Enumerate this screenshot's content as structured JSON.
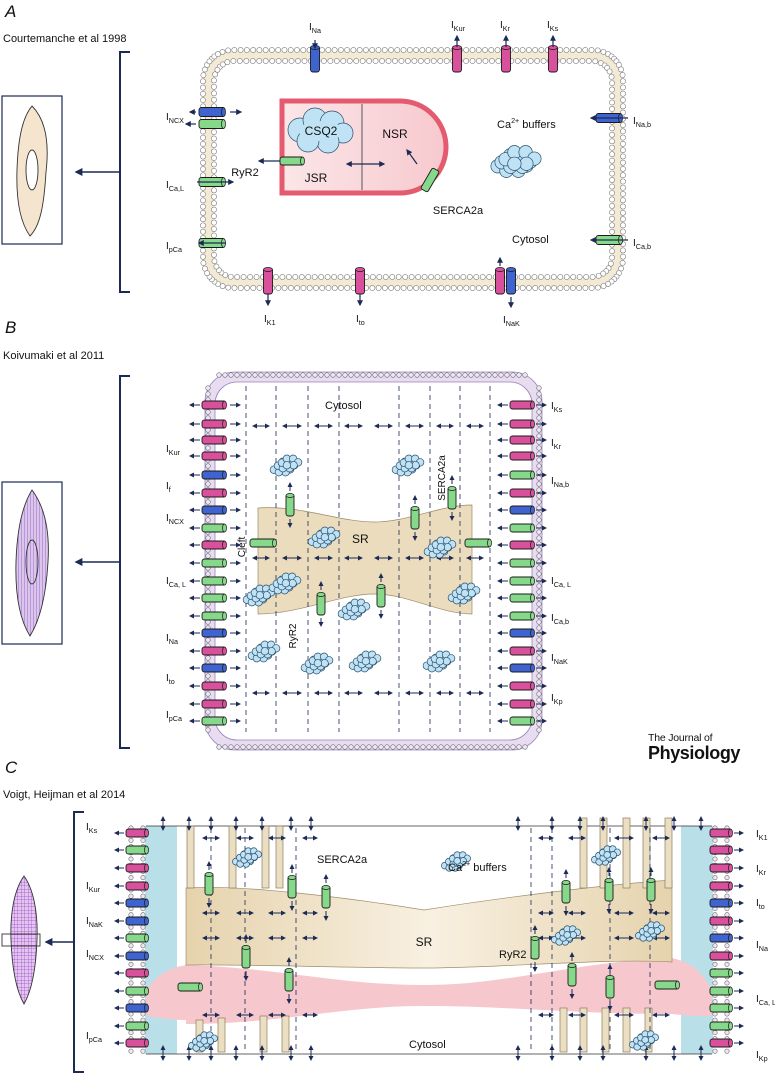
{
  "panels": [
    {
      "letter": "A",
      "citation": "Courtemanche et al 1998"
    },
    {
      "letter": "B",
      "citation": "Koivumaki et al 2011"
    },
    {
      "letter": "C",
      "citation": "Voigt, Heijman et al 2014"
    }
  ],
  "journal": {
    "line1": "The Journal of",
    "line2": "Physiology"
  },
  "colors": {
    "potassium": "#d9509c",
    "sodium": "#3f63cf",
    "calcium": "#86d98a",
    "membrane": "#f3ead6",
    "sr_fill": "#eadcbc",
    "sr_red": "#e45a6e",
    "cleft": "#b9dfe9",
    "cloud": "#bfe3f5",
    "arrow": "#1c2a55",
    "frame": "#1c2a55"
  },
  "a": {
    "currents": {
      "ina": {
        "base": "I",
        "sub": "Na"
      },
      "ikur": {
        "base": "I",
        "sub": "Kur"
      },
      "ikr": {
        "base": "I",
        "sub": "Kr"
      },
      "iks": {
        "base": "I",
        "sub": "Ks"
      },
      "incx": {
        "base": "I",
        "sub": "NCX"
      },
      "ical": {
        "base": "I",
        "sub": "Ca,L"
      },
      "ipca": {
        "base": "I",
        "sub": "pCa"
      },
      "inab": {
        "base": "I",
        "sub": "Na,b"
      },
      "icab": {
        "base": "I",
        "sub": "Ca,b"
      },
      "ik1": {
        "base": "I",
        "sub": "K1"
      },
      "ito": {
        "base": "I",
        "sub": "to"
      },
      "inak": {
        "base": "I",
        "sub": "NaK"
      }
    },
    "csq2": "CSQ2",
    "nsr": "NSR",
    "jsr": "JSR",
    "ryr2": "RyR2",
    "serca": "SERCA2a",
    "buffers": "Ca",
    "buffers_sup": "2+",
    "buffers_rest": " buffers",
    "cytosol": "Cytosol"
  },
  "b": {
    "currents": {
      "ikur": {
        "base": "I",
        "sub": "Kur"
      },
      "if": {
        "base": "I",
        "sub": "f"
      },
      "incx": {
        "base": "I",
        "sub": "NCX"
      },
      "ical_l": {
        "base": "I",
        "sub": "Ca, L"
      },
      "ina": {
        "base": "I",
        "sub": "Na"
      },
      "ito": {
        "base": "I",
        "sub": "to"
      },
      "ipca": {
        "base": "I",
        "sub": "pCa"
      },
      "iks": {
        "base": "I",
        "sub": "Ks"
      },
      "ikr": {
        "base": "I",
        "sub": "Kr"
      },
      "inab": {
        "base": "I",
        "sub": "Na,b"
      },
      "ical_r": {
        "base": "I",
        "sub": "Ca, L"
      },
      "icab": {
        "base": "I",
        "sub": "Ca,b"
      },
      "inak": {
        "base": "I",
        "sub": "NaK"
      },
      "ikp": {
        "base": "I",
        "sub": "Kp"
      }
    },
    "cytosol": "Cytosol",
    "sr": "SR",
    "serca": "SERCA2a",
    "cleft": "Cleft",
    "ryr2": "RyR2"
  },
  "c": {
    "currents": {
      "iks": {
        "base": "I",
        "sub": "Ks"
      },
      "ikur": {
        "base": "I",
        "sub": "Kur"
      },
      "inak": {
        "base": "I",
        "sub": "NaK"
      },
      "incx": {
        "base": "I",
        "sub": "NCX"
      },
      "ipca": {
        "base": "I",
        "sub": "pCa"
      },
      "ik1": {
        "base": "I",
        "sub": "K1"
      },
      "ikr": {
        "base": "I",
        "sub": "Kr"
      },
      "ito": {
        "base": "I",
        "sub": "to"
      },
      "ina": {
        "base": "I",
        "sub": "Na"
      },
      "ical": {
        "base": "I",
        "sub": "Ca, L"
      },
      "ikp": {
        "base": "I",
        "sub": "Kp"
      }
    },
    "serca": "SERCA2a",
    "buffers": "Ca",
    "buffers_sup": "2+",
    "buffers_rest": " buffers",
    "sr": "SR",
    "ryr2": "RyR2",
    "cytosol": "Cytosol"
  }
}
